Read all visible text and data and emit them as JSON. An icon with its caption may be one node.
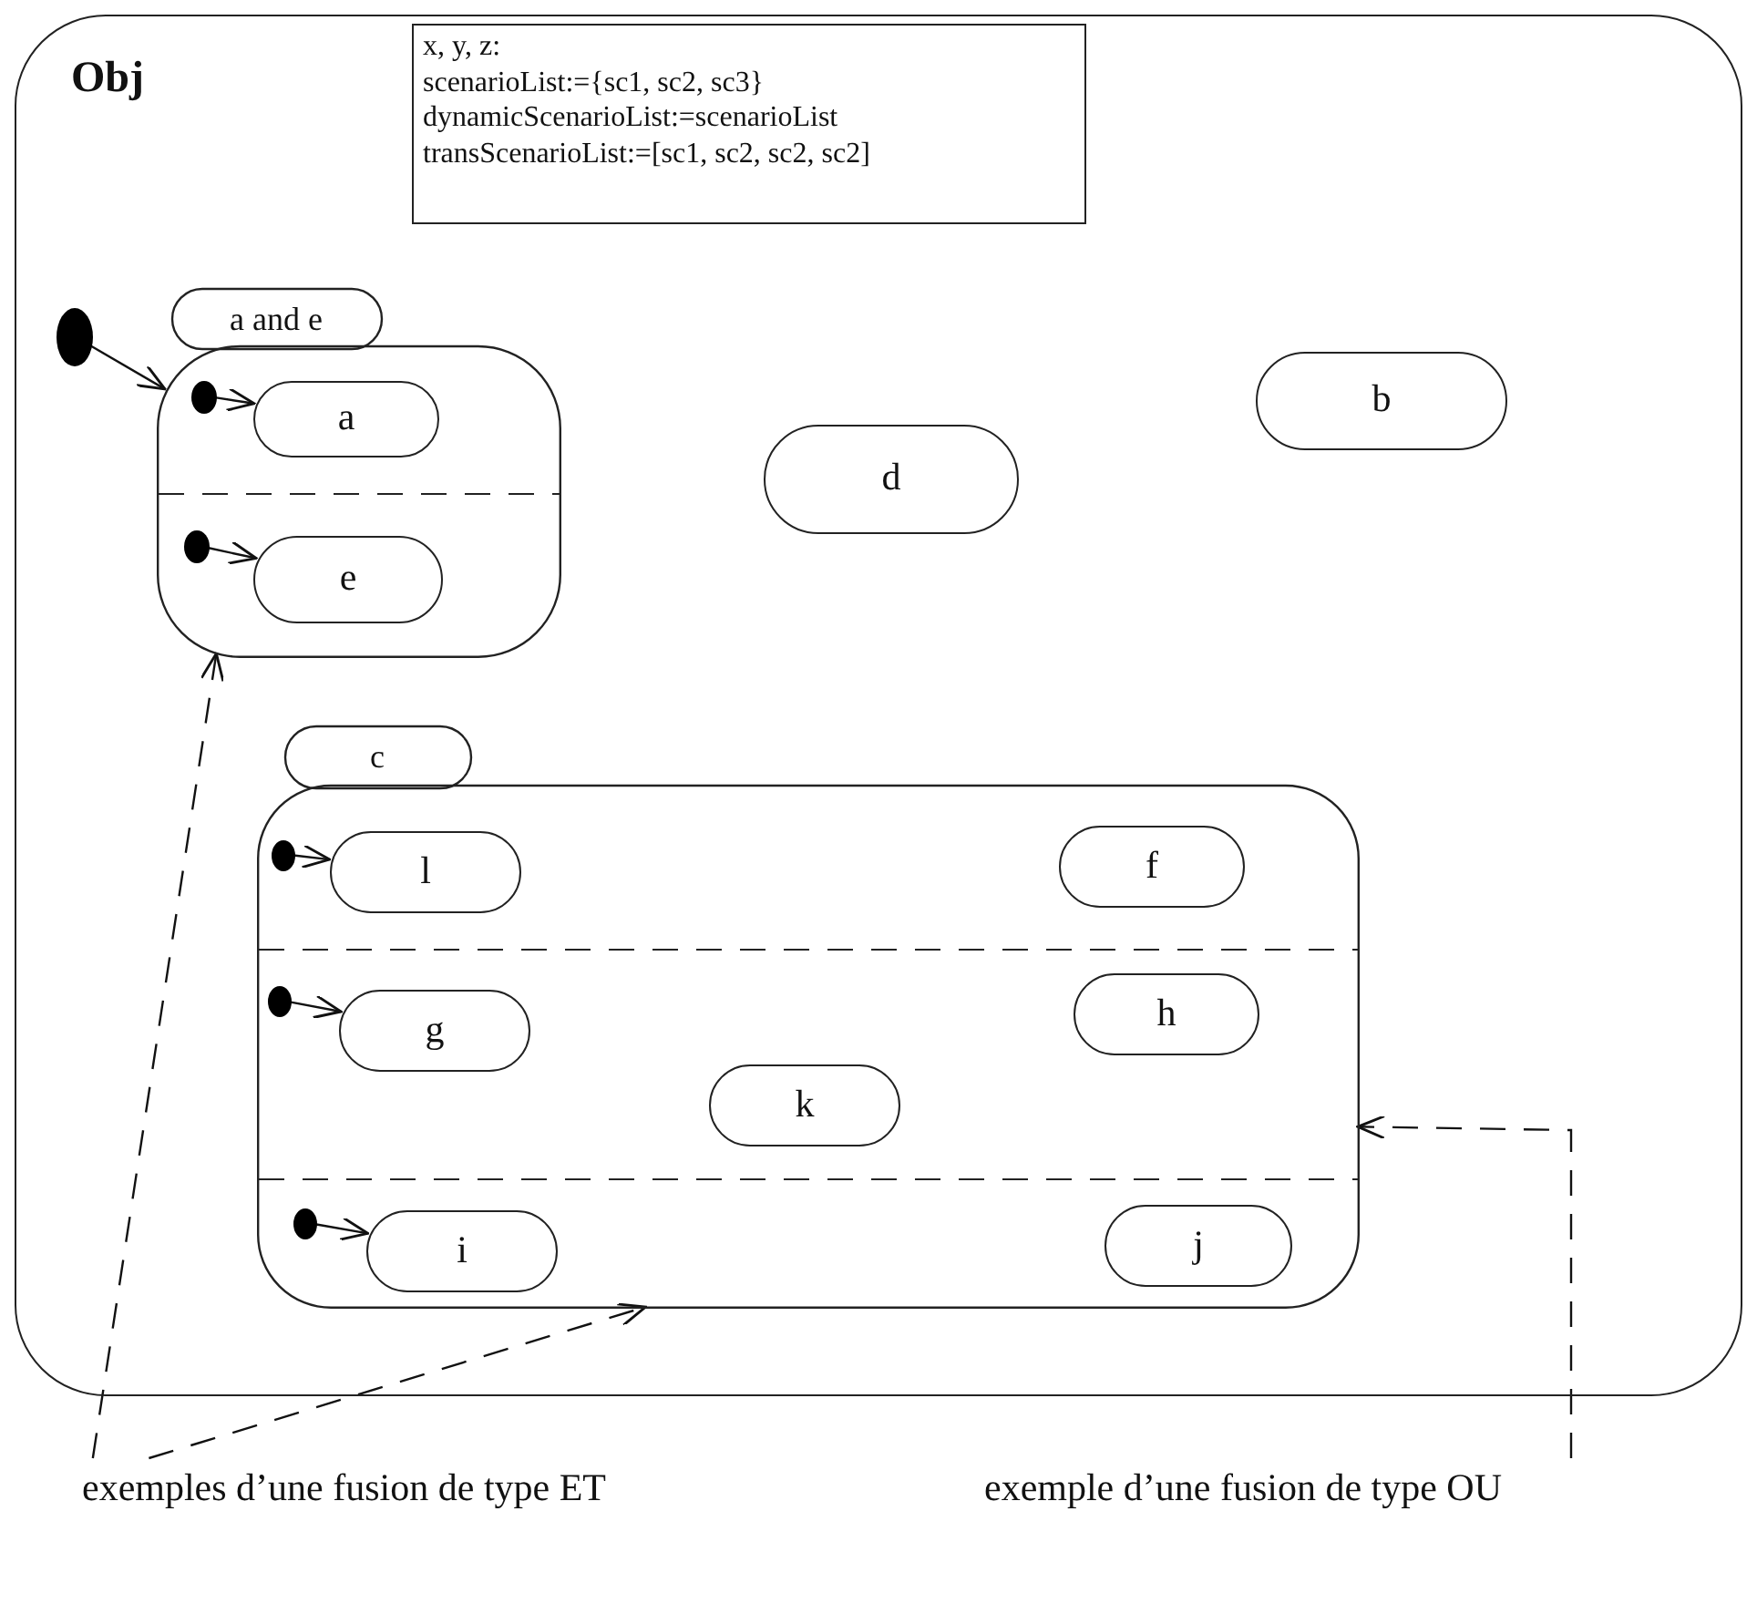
{
  "diagram": {
    "nodes": [
      {
        "text": [
          "Obj"
        ]
      },
      {
        "text": [
          "x, y, z:",
          "scenarioList:={sc1, sc2, sc3}",
          "dynamicScenarioList:=scenarioList",
          "transScenarioList:=[sc1, sc2, sc2, sc2]"
        ],
        "in": 0
      },
      {
        "text": [
          "a and e"
        ],
        "in": 0
      },
      {
        "text": [
          "a"
        ],
        "in": 2
      },
      {
        "text": [
          "e"
        ],
        "in": 2
      },
      {
        "text": [
          "d"
        ],
        "in": 0
      },
      {
        "text": [
          "b"
        ],
        "in": 0
      },
      {
        "text": [
          "c"
        ],
        "in": 0
      },
      {
        "text": [
          "l"
        ],
        "in": 7
      },
      {
        "text": [
          "f"
        ],
        "in": 7
      },
      {
        "text": [
          "g"
        ],
        "in": 7
      },
      {
        "text": [
          "h"
        ],
        "in": 7
      },
      {
        "text": [
          "k"
        ],
        "in": 7
      },
      {
        "text": [
          "i"
        ],
        "in": 7
      },
      {
        "text": [
          "j"
        ],
        "in": 7
      },
      {
        "text": [],
        "shape": "circle",
        "in": 0
      },
      {
        "text": [],
        "shape": "circle",
        "in": 2
      },
      {
        "text": [],
        "shape": "circle",
        "in": 2
      },
      {
        "text": [],
        "shape": "circle",
        "in": 7
      },
      {
        "text": [],
        "shape": "circle",
        "in": 7
      },
      {
        "text": [],
        "shape": "circle",
        "in": 7
      },
      {
        "text": [
          "exemples d’une fusion de type ET"
        ]
      },
      {
        "text": [
          "exemple d’une fusion de type OU"
        ]
      }
    ],
    "edges": [
      {
        "from": 15,
        "to": 2,
        "arrow": "to"
      },
      {
        "from": 16,
        "to": 3,
        "arrow": "to"
      },
      {
        "from": 17,
        "to": 4,
        "arrow": "to"
      },
      {
        "from": 18,
        "to": 8,
        "arrow": "to"
      },
      {
        "from": 19,
        "to": 10,
        "arrow": "to"
      },
      {
        "from": 20,
        "to": 13,
        "arrow": "to"
      },
      {
        "from": 21,
        "to": 2,
        "arrow": "to",
        "style": "dashed"
      },
      {
        "from": 21,
        "to": 7,
        "arrow": "to",
        "style": "dashed"
      },
      {
        "from": 22,
        "to": 7,
        "arrow": "to",
        "style": "dashed"
      }
    ]
  }
}
